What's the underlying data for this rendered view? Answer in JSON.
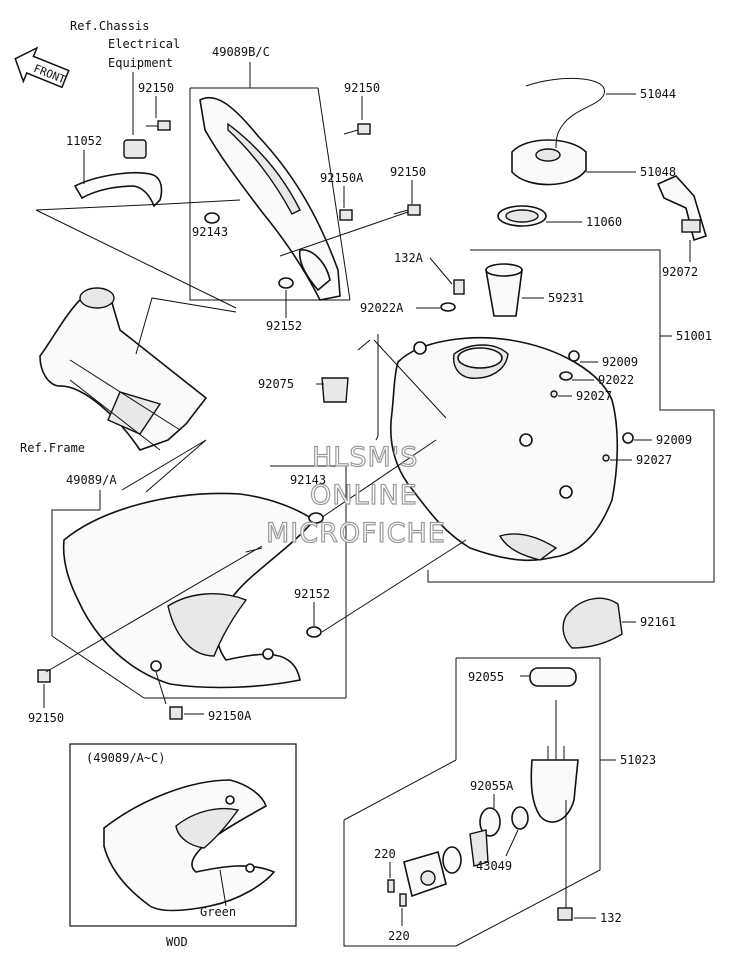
{
  "front_arrow": {
    "label": "FRONT"
  },
  "notes": {
    "ref_chassis_line1": "Ref.Chassis",
    "ref_chassis_line2": "Electrical",
    "ref_chassis_line3": "Equipment",
    "ref_frame": "Ref.Frame"
  },
  "labels": {
    "p49089bc": "49089B/C",
    "p92150_a": "92150",
    "p92150_b": "92150",
    "p92150_c": "92150",
    "p92150_d": "92150",
    "p11052": "11052",
    "p92150A_a": "92150A",
    "p92150A_b": "92150A",
    "p92143_a": "92143",
    "p92143_b": "92143",
    "p92152_a": "92152",
    "p92152_b": "92152",
    "p51044": "51044",
    "p51048": "51048",
    "p11060": "11060",
    "p92072": "92072",
    "p132A": "132A",
    "p92022A": "92022A",
    "p59231": "59231",
    "p51001": "51001",
    "p92075": "92075",
    "p92009_a": "92009",
    "p92009_b": "92009",
    "p92022": "92022",
    "p92027_a": "92027",
    "p92027_b": "92027",
    "p49089A": "49089/A",
    "p92161": "92161",
    "p92055": "92055",
    "p51023": "51023",
    "p92055A": "92055A",
    "p43049": "43049",
    "p220_a": "220",
    "p220_b": "220",
    "p132": "132"
  },
  "inset": {
    "title": "(49089/A~C)",
    "color_note": "Green",
    "caption": "WOD"
  },
  "watermark": {
    "line1": "HLSM'S",
    "line2": "ONLINE",
    "line3": "MICROFICHE"
  }
}
